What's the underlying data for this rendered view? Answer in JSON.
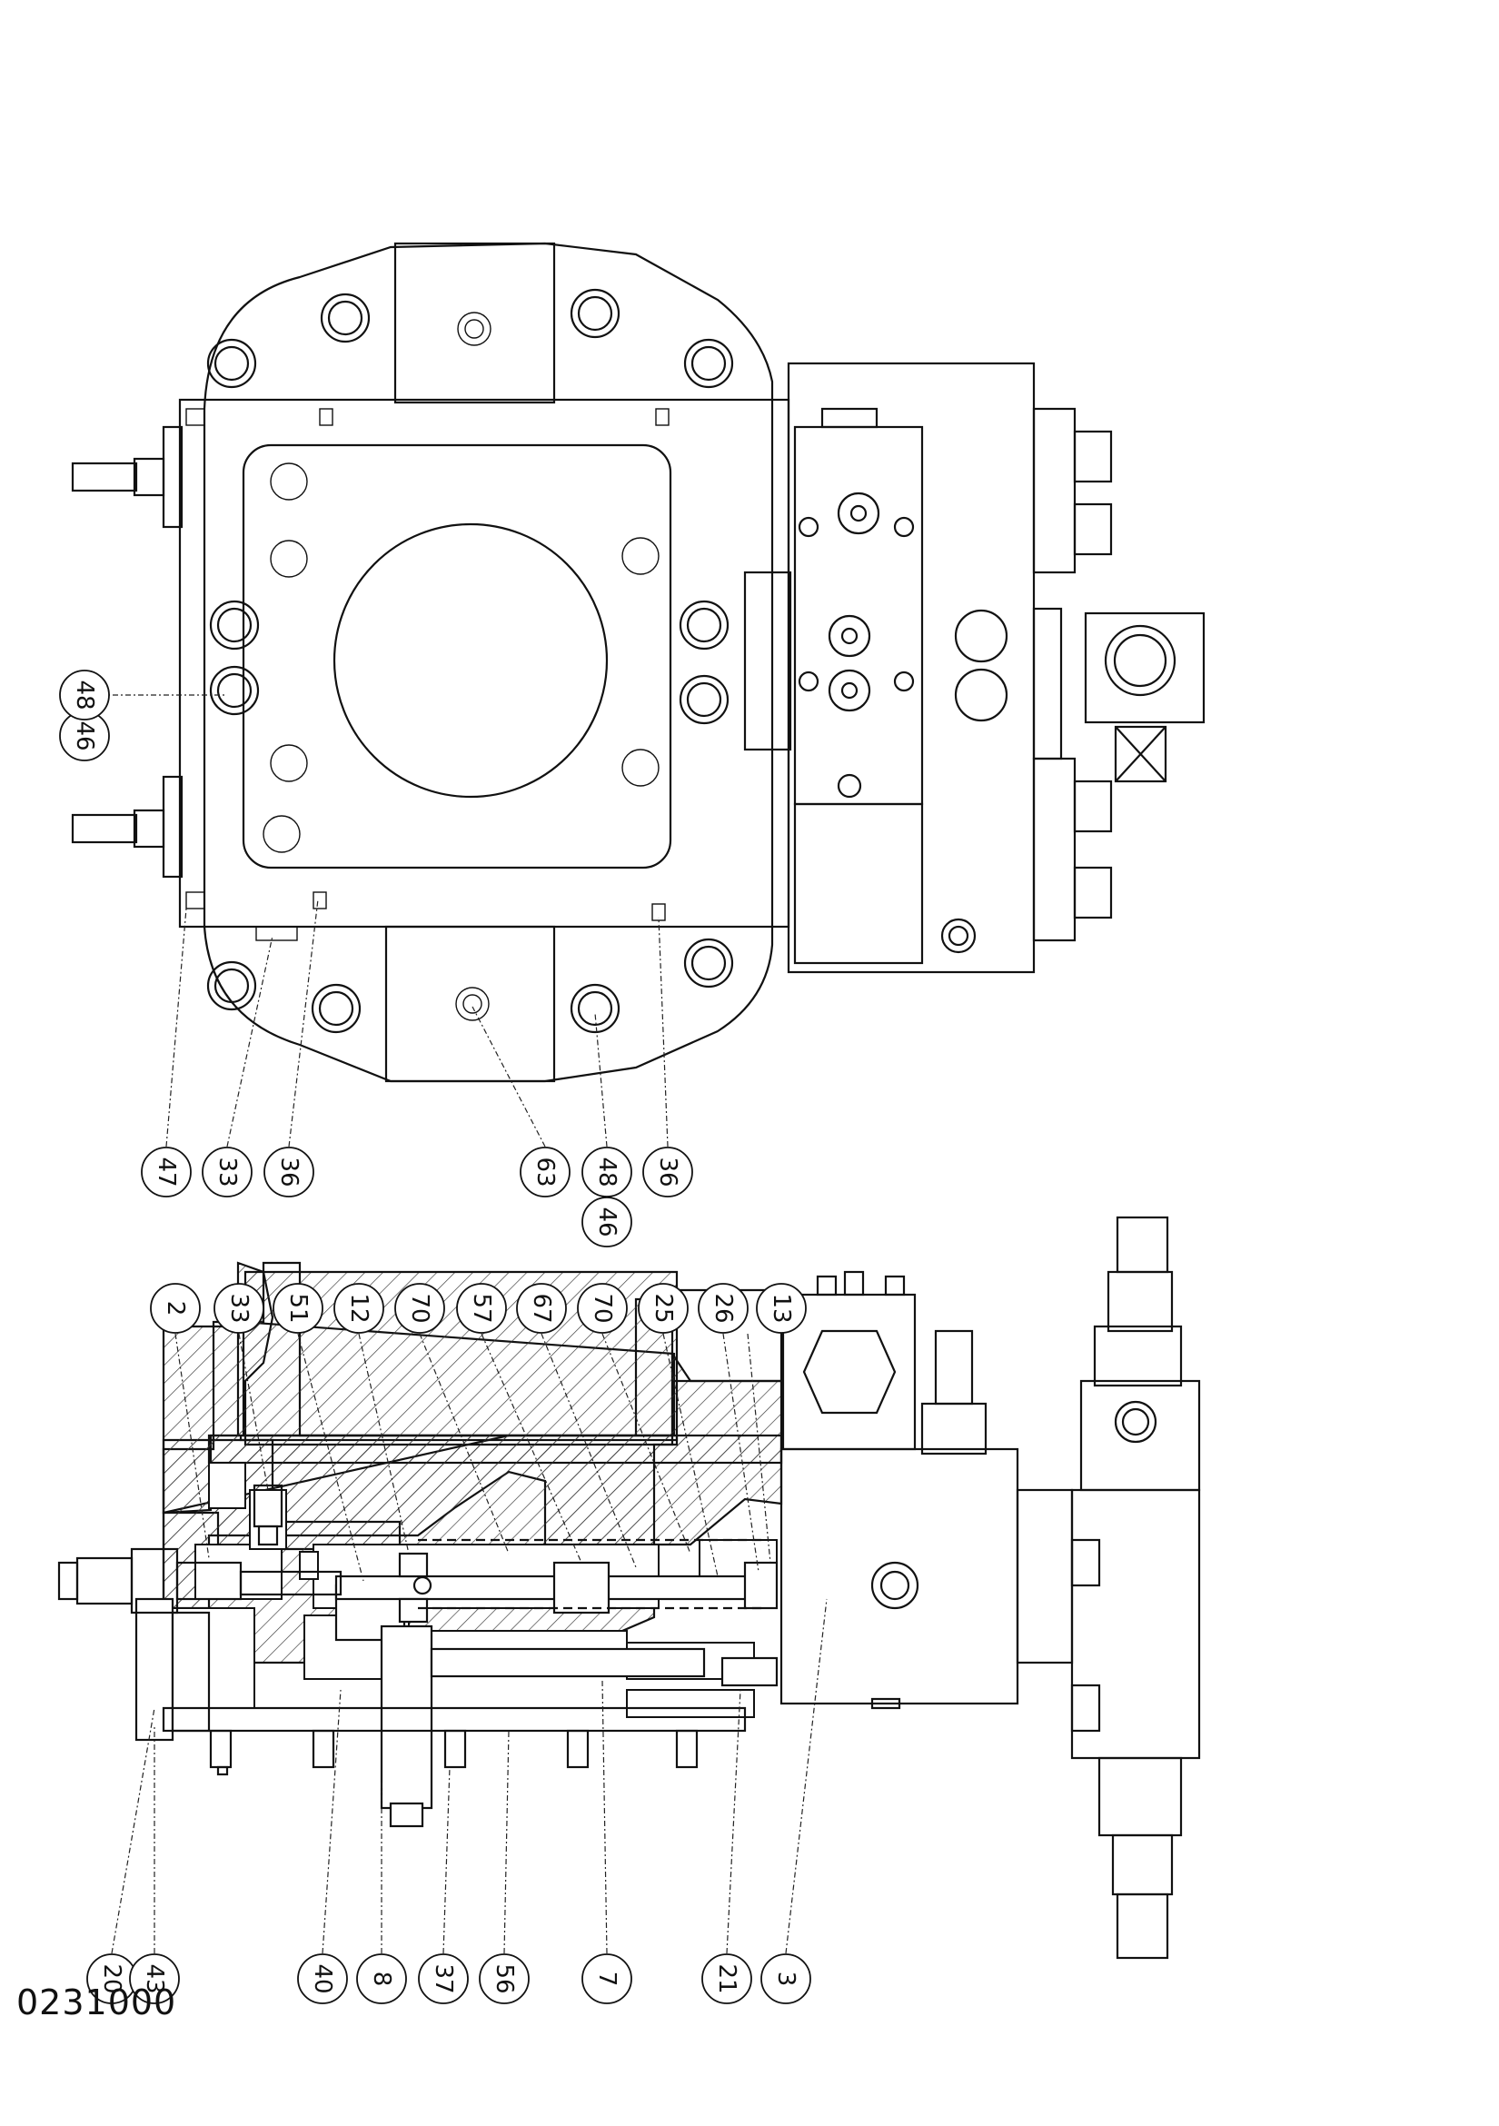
{
  "drawing": {
    "drawing_number": "0231000"
  },
  "callouts_top_view": [
    {
      "label": "46",
      "anchor": "left-center-upper"
    },
    {
      "label": "48",
      "anchor": "left-center-upper"
    },
    {
      "label": "47",
      "anchor": "bottom-left"
    },
    {
      "label": "33",
      "anchor": "bottom-left"
    },
    {
      "label": "36",
      "anchor": "bottom-left"
    },
    {
      "label": "63",
      "anchor": "bottom-center"
    },
    {
      "label": "48",
      "anchor": "bottom-center"
    },
    {
      "label": "46",
      "anchor": "bottom-center"
    },
    {
      "label": "36",
      "anchor": "bottom-right"
    }
  ],
  "callouts_section_top": [
    "2",
    "33",
    "51",
    "12",
    "70",
    "57",
    "67",
    "70",
    "25",
    "26",
    "13"
  ],
  "callouts_section_bottom": [
    "20",
    "43",
    "40",
    "8",
    "37",
    "56",
    "7",
    "21",
    "3"
  ]
}
